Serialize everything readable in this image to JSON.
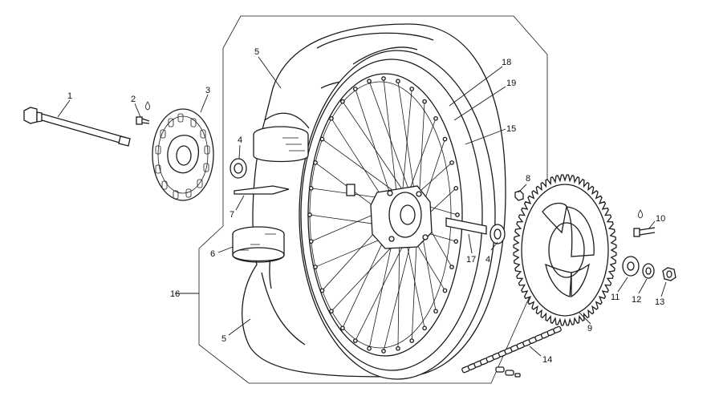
{
  "diagram": {
    "kind": "exploded parts diagram",
    "line_color": "#1a1a1a",
    "background": "#ffffff",
    "callouts": {
      "c1": "1",
      "c2": "2",
      "c3": "3",
      "c4a": "4",
      "c4b": "4",
      "c5a": "5",
      "c5b": "5",
      "c6": "6",
      "c7": "7",
      "c8": "8",
      "c9": "9",
      "c10": "10",
      "c11": "11",
      "c12": "12",
      "c13": "13",
      "c14": "14",
      "c15": "15",
      "c16": "16",
      "c17": "17",
      "c18": "18",
      "c19": "19"
    },
    "icons": [
      "grease-drop-icon",
      "grease-drop-icon"
    ]
  }
}
